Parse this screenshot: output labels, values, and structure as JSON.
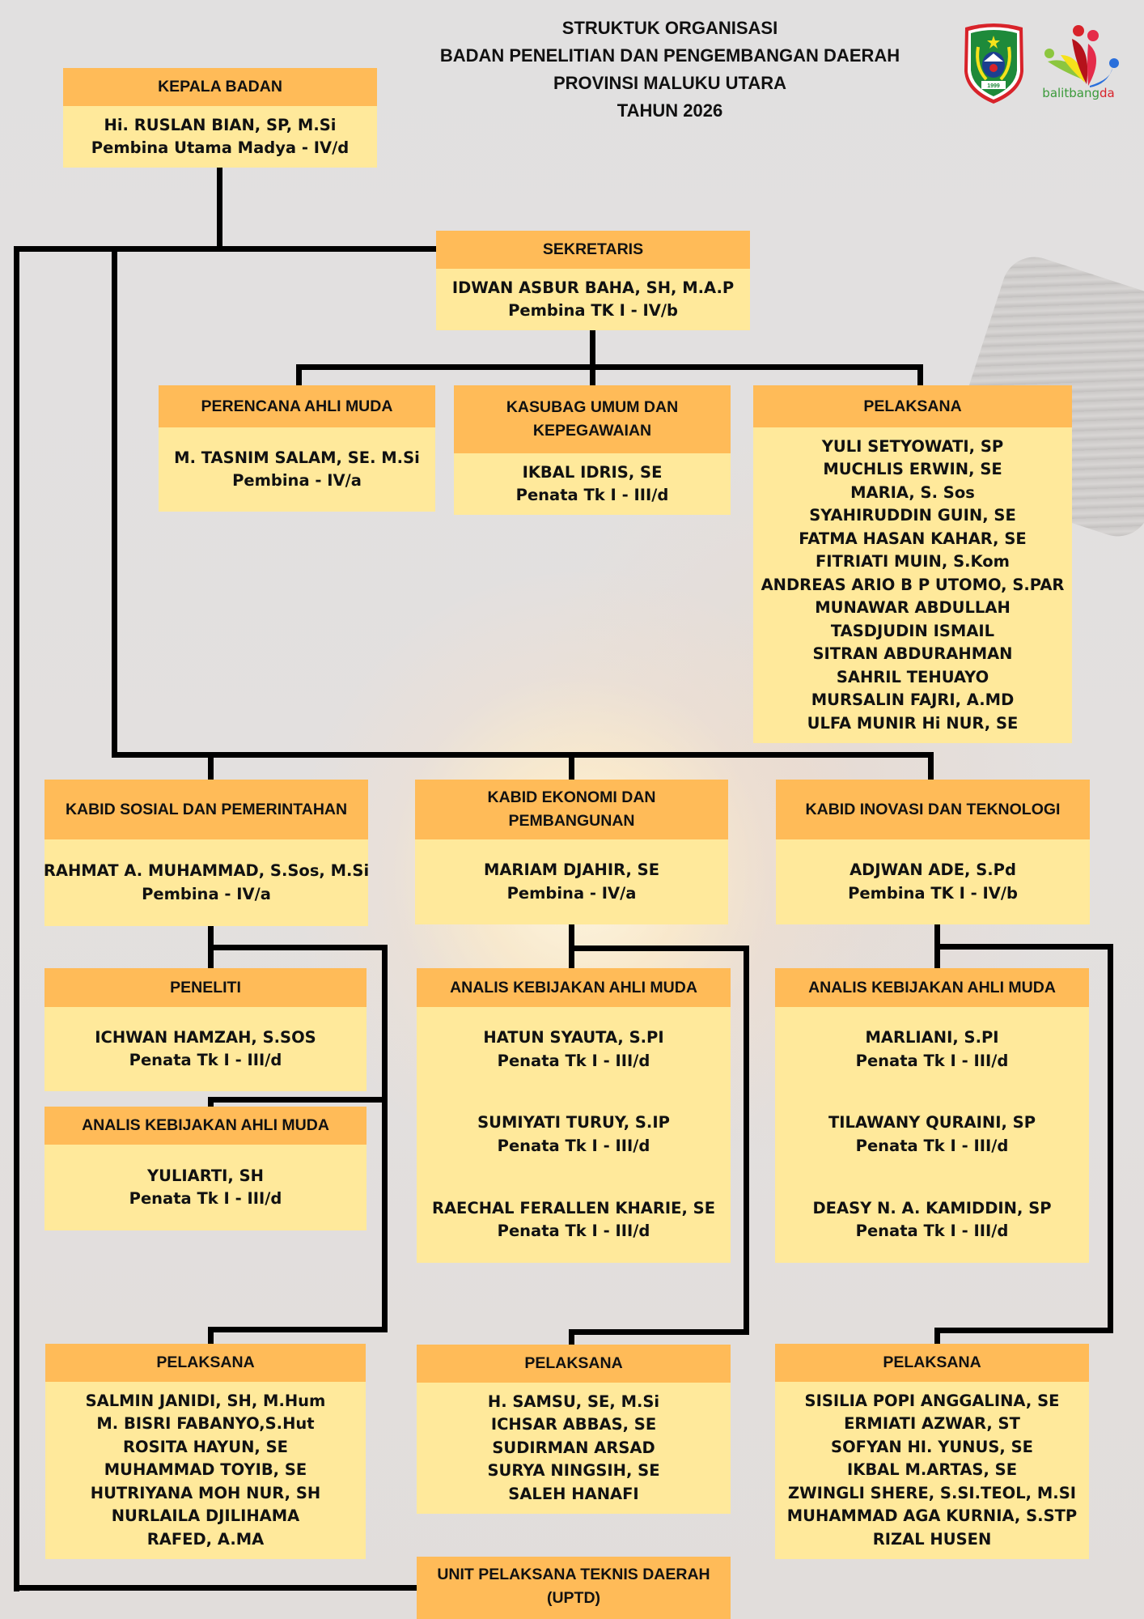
{
  "header": {
    "title_lines": [
      "STRUKTUK ORGANISASI",
      "BADAN PENELITIAN DAN PENGEMBANGAN DAERAH",
      "PROVINSI MALUKU UTARA",
      "TAHUN 2026"
    ],
    "logos": {
      "emblem_icon": "provincial-coat-of-arms-icon",
      "emblem_year": "1999",
      "brand_icon": "balitbangda-logo-icon",
      "brand_text": "balitbangda"
    }
  },
  "colors": {
    "header_fill": "#ffbb58",
    "body_fill": "#ffe99b",
    "line": "#000000",
    "background": "#e0dfdf"
  },
  "kepala": {
    "title": "KEPALA BADAN",
    "name": "Hi. RUSLAN BIAN, SP, M.Si",
    "rank": "Pembina Utama Madya - IV/d"
  },
  "sekretaris": {
    "title": "SEKRETARIS",
    "name": "IDWAN ASBUR BAHA, SH, M.A.P",
    "rank": "Pembina TK I - IV/b"
  },
  "perencana": {
    "title": "PERENCANA AHLI MUDA",
    "name": "M. TASNIM SALAM, SE. M.Si",
    "rank": "Pembina - IV/a"
  },
  "kasubag": {
    "title": "KASUBAG UMUM DAN KEPEGAWAIAN",
    "name": "IKBAL IDRIS, SE",
    "rank": "Penata Tk I  - III/d"
  },
  "pelaksana_sekretariat": {
    "title": "PELAKSANA",
    "members": [
      "YULI SETYOWATI, SP",
      "MUCHLIS ERWIN, SE",
      "MARIA, S. Sos",
      "SYAHIRUDDIN GUIN, SE",
      "FATMA HASAN KAHAR, SE",
      "FITRIATI MUIN, S.Kom",
      "ANDREAS ARIO B P UTOMO, S.PAR",
      "MUNAWAR ABDULLAH",
      "TASDJUDIN ISMAIL",
      "SITRAN ABDURAHMAN",
      "SAHRIL TEHUAYO",
      "MURSALIN FAJRI, A.MD",
      "ULFA MUNIR Hi NUR, SE"
    ]
  },
  "bidang": [
    {
      "title": "KABID SOSIAL DAN PEMERINTAHAN",
      "name": "RAHMAT A. MUHAMMAD, S.Sos, M.Si",
      "rank": "Pembina - IV/a",
      "peneliti": {
        "title": "PENELITI",
        "name": "ICHWAN HAMZAH, S.SOS",
        "rank": "Penata Tk I  - III/d"
      },
      "analis": {
        "title": "ANALIS KEBIJAKAN AHLI MUDA",
        "members": [
          {
            "name": "YULIARTI, SH",
            "rank": "Penata Tk I  - III/d"
          }
        ]
      },
      "pelaksana": {
        "title": "PELAKSANA",
        "members": [
          "SALMIN JANIDI, SH, M.Hum",
          "M. BISRI FABANYO,S.Hut",
          "ROSITA HAYUN, SE",
          "MUHAMMAD TOYIB, SE",
          "HUTRIYANA MOH NUR, SH",
          "NURLAILA DJILIHAMA",
          "RAFED, A.MA"
        ]
      }
    },
    {
      "title": "KABID EKONOMI DAN PEMBANGUNAN",
      "name": "MARIAM DJAHIR, SE",
      "rank": "Pembina - IV/a",
      "analis": {
        "title": "ANALIS KEBIJAKAN AHLI MUDA",
        "members": [
          {
            "name": "HATUN SYAUTA, S.PI",
            "rank": "Penata Tk I  - III/d"
          },
          {
            "name": "SUMIYATI TURUY, S.IP",
            "rank": "Penata Tk I  - III/d"
          },
          {
            "name": "RAECHAL FERALLEN KHARIE, SE",
            "rank": "Penata Tk I  - III/d"
          }
        ]
      },
      "pelaksana": {
        "title": "PELAKSANA",
        "members": [
          "H. SAMSU, SE, M.Si",
          "ICHSAR ABBAS, SE",
          "SUDIRMAN ARSAD",
          "SURYA NINGSIH, SE",
          "SALEH HANAFI"
        ]
      }
    },
    {
      "title": "KABID INOVASI DAN TEKNOLOGI",
      "name": "ADJWAN ADE, S.Pd",
      "rank": "Pembina TK I - IV/b",
      "analis": {
        "title": "ANALIS KEBIJAKAN AHLI MUDA",
        "members": [
          {
            "name": "MARLIANI, S.PI",
            "rank": "Penata Tk I  - III/d"
          },
          {
            "name": "TILAWANY QURAINI, SP",
            "rank": "Penata Tk I  - III/d"
          },
          {
            "name": "DEASY N. A. KAMIDDIN, SP",
            "rank": "Penata Tk I  - III/d"
          }
        ]
      },
      "pelaksana": {
        "title": "PELAKSANA",
        "members": [
          "SISILIA POPI ANGGALINA, SE",
          "ERMIATI AZWAR, ST",
          "SOFYAN HI. YUNUS, SE",
          "IKBAL M.ARTAS, SE",
          "ZWINGLI SHERE, S.SI.TEOL, M.SI",
          "MUHAMMAD AGA KURNIA, S.STP",
          "RIZAL HUSEN"
        ]
      }
    }
  ],
  "uptd": {
    "title": "UNIT PELAKSANA TEKNIS DAERAH (UPTD)"
  }
}
